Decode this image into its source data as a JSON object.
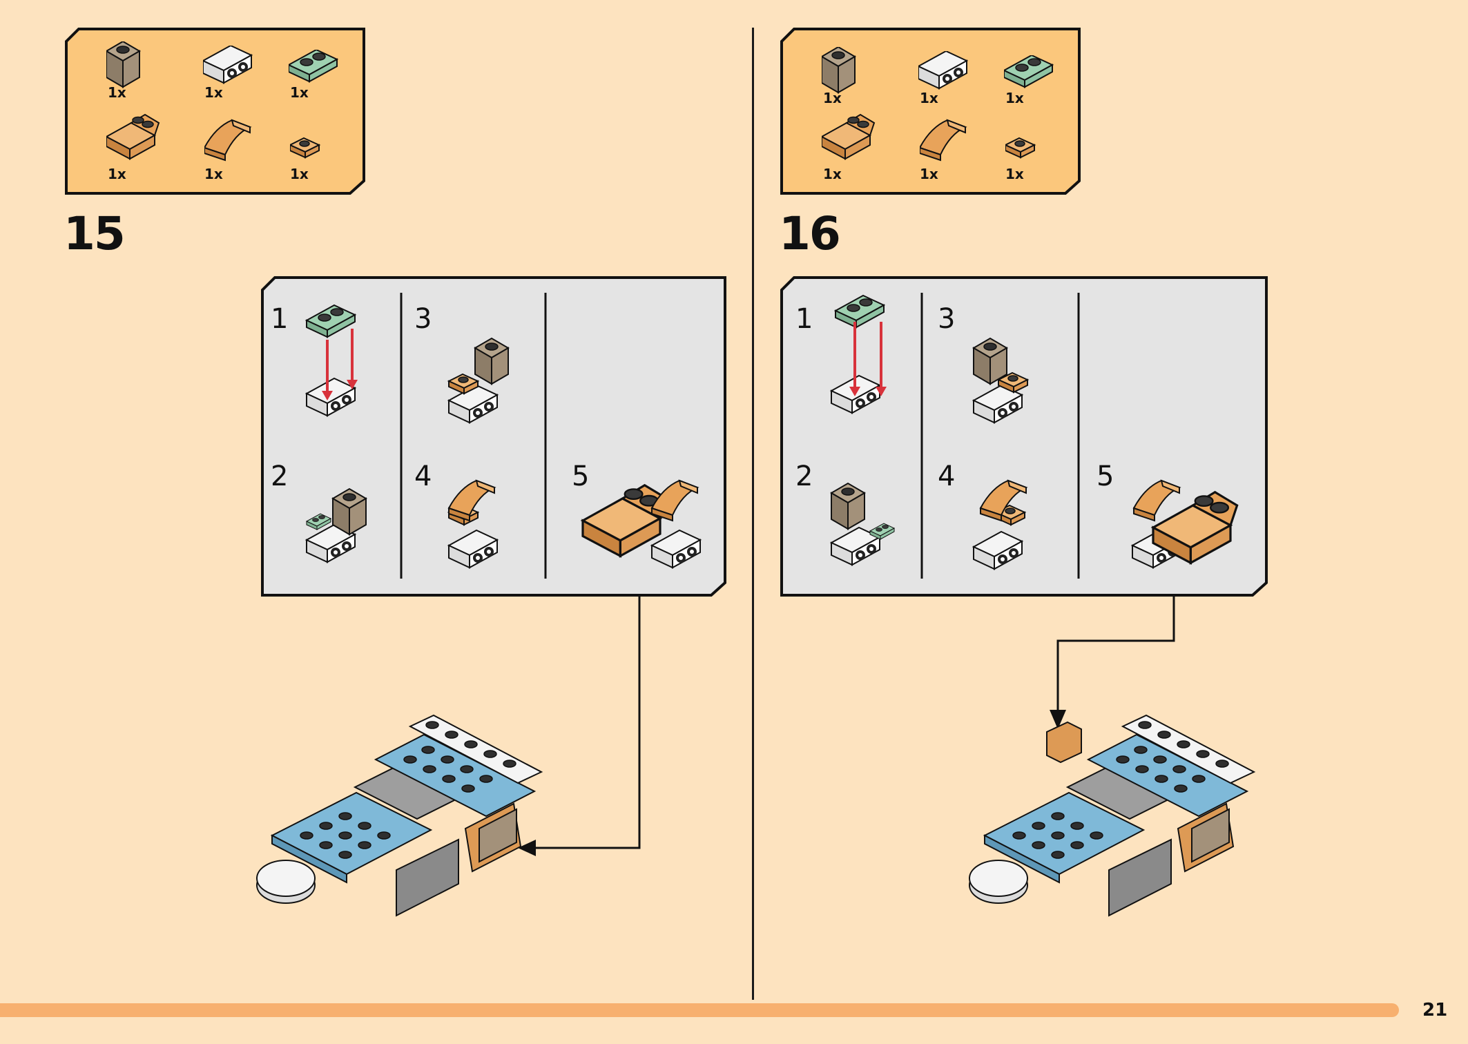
{
  "page": {
    "number": "21"
  },
  "steps": [
    {
      "number": "15",
      "parts": [
        {
          "qty": "1x",
          "icon": "dark-tan-brick-icon"
        },
        {
          "qty": "1x",
          "icon": "white-bracket-plate-icon"
        },
        {
          "qty": "1x",
          "icon": "sand-green-plate-icon"
        },
        {
          "qty": "1x",
          "icon": "tan-slope-brick-icon"
        },
        {
          "qty": "1x",
          "icon": "tan-curved-slope-icon"
        },
        {
          "qty": "1x",
          "icon": "tan-small-plate-icon"
        }
      ],
      "substeps": [
        "1",
        "2",
        "3",
        "4",
        "5"
      ]
    },
    {
      "number": "16",
      "parts": [
        {
          "qty": "1x",
          "icon": "dark-tan-brick-icon"
        },
        {
          "qty": "1x",
          "icon": "white-bracket-plate-icon"
        },
        {
          "qty": "1x",
          "icon": "sand-green-plate-icon"
        },
        {
          "qty": "1x",
          "icon": "tan-slope-brick-icon"
        },
        {
          "qty": "1x",
          "icon": "tan-curved-slope-icon"
        },
        {
          "qty": "1x",
          "icon": "tan-small-plate-icon"
        }
      ],
      "substeps": [
        "1",
        "2",
        "3",
        "4",
        "5"
      ]
    }
  ],
  "colors": {
    "background": "#fde3bf",
    "parts_box": "#fbc77c",
    "sub_panel": "#e4e4e4",
    "bottom_bar": "#f7b06f",
    "tan": "#e8a35a",
    "dark_tan": "#a3917a",
    "sand_green": "#8fc3a3",
    "medium_blue": "#7fb9d8",
    "arrow_red": "#d8323b"
  }
}
